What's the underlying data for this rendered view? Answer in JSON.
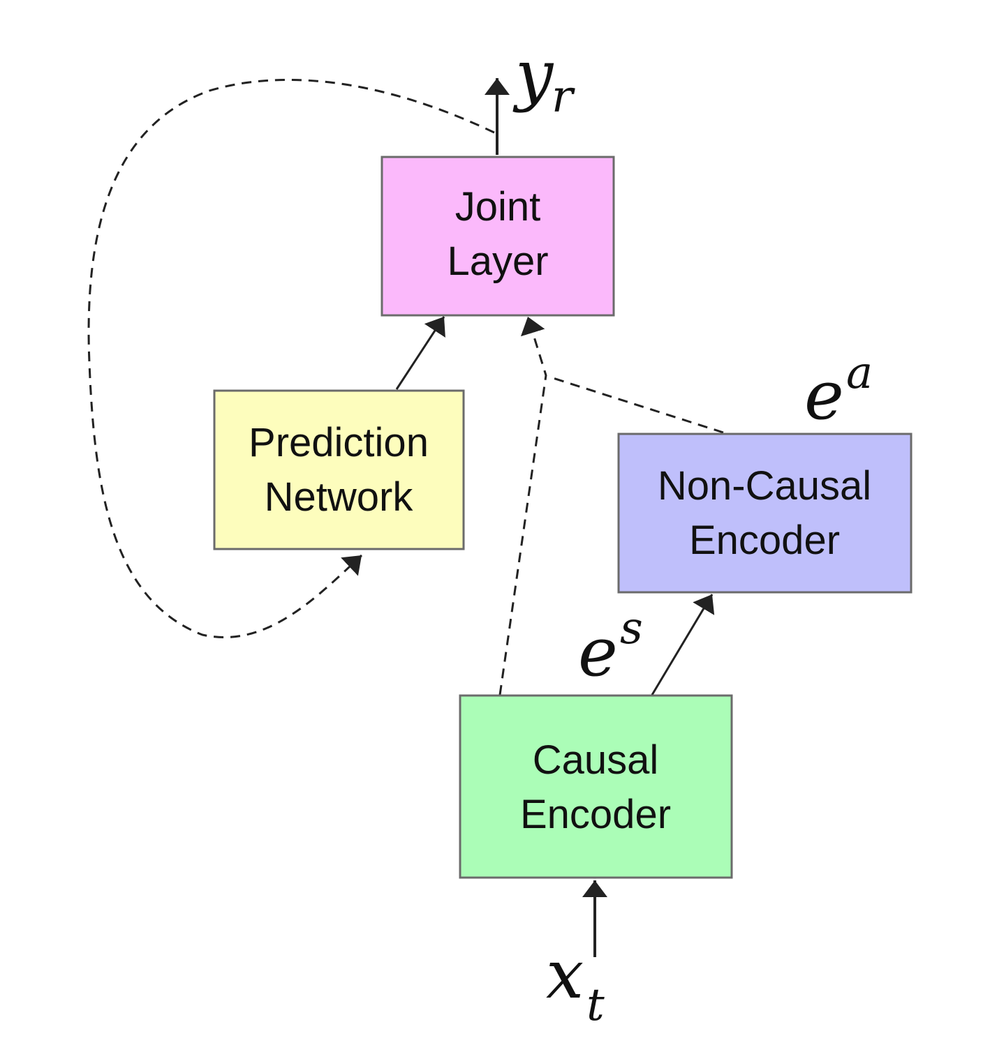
{
  "nodes": {
    "joint": {
      "lines": [
        "Joint",
        "Layer"
      ],
      "fill": "#fbb9fb"
    },
    "prediction": {
      "lines": [
        "Prediction",
        "Network"
      ],
      "fill": "#fdfdbd"
    },
    "noncausal": {
      "lines": [
        "Non-Causal",
        "Encoder"
      ],
      "fill": "#bfbffb"
    },
    "causal": {
      "lines": [
        "Causal",
        "Encoder"
      ],
      "fill": "#abfdb7"
    }
  },
  "symbols": {
    "output": {
      "base": "y",
      "sub": "r"
    },
    "input": {
      "base": "x",
      "sub": "t"
    },
    "e_a": {
      "base": "e",
      "sup": "a"
    },
    "e_s": {
      "base": "e",
      "sup": "s"
    }
  },
  "colors": {
    "border": "#6b6b6b",
    "stroke": "#222222"
  }
}
